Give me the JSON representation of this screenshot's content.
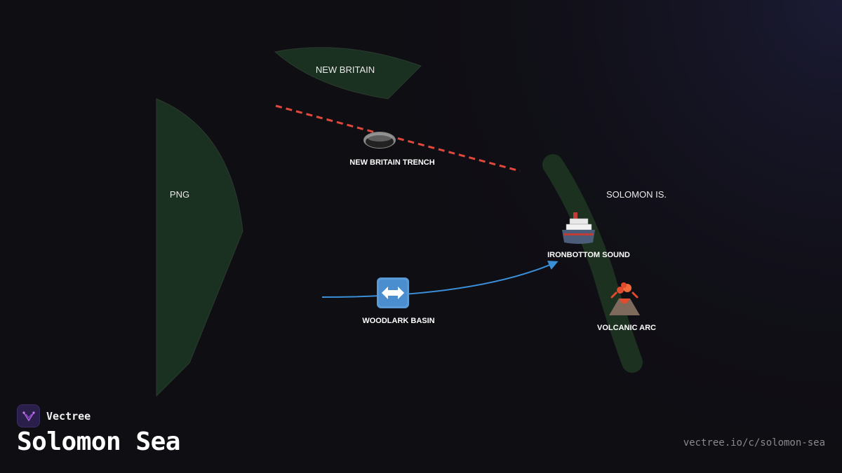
{
  "map": {
    "regions": {
      "png": "PNG",
      "new_britain": "NEW BRITAIN",
      "solomon_is": "SOLOMON IS."
    },
    "features": {
      "trench": {
        "label": "NEW BRITAIN TRENCH",
        "icon": "hole-icon"
      },
      "ironbottom": {
        "label": "IRONBOTTOM SOUND",
        "icon": "ship-icon"
      },
      "woodlark": {
        "label": "WOODLARK BASIN",
        "icon": "left-right-arrow-icon"
      },
      "volcanic": {
        "label": "VOLCANIC ARC",
        "icon": "volcano-icon"
      }
    },
    "colors": {
      "land": "#1a3020",
      "trench_line": "#e0483c",
      "flow_arrow": "#3a8fd8",
      "arc": "#1c311f"
    }
  },
  "brand": {
    "name": "Vectree"
  },
  "title": "Solomon Sea",
  "url": "vectree.io/c/solomon-sea"
}
